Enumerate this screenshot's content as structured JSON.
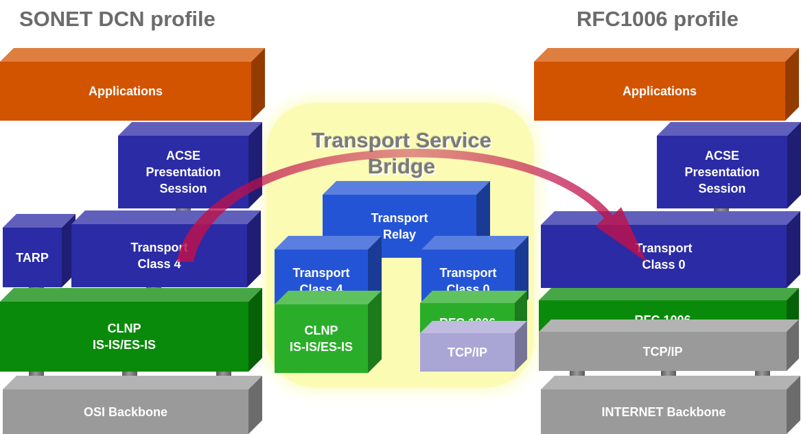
{
  "titles": {
    "left": "SONET DCN profile",
    "right": "RFC1006 profile"
  },
  "bridge": {
    "line1": "Transport Service",
    "line2": "Bridge"
  },
  "left": {
    "applications": "Applications",
    "acse": [
      "ACSE",
      "Presentation",
      "Session"
    ],
    "tarp": "TARP",
    "transport": [
      "Transport",
      "Class 4"
    ],
    "clnp": [
      "CLNP",
      "IS-IS/ES-IS"
    ],
    "backbone": "OSI Backbone"
  },
  "middle": {
    "relay": [
      "Transport",
      "Relay"
    ],
    "transport4": [
      "Transport",
      "Class 4"
    ],
    "transport0": [
      "Transport",
      "Class 0"
    ],
    "clnp": [
      "CLNP",
      "IS-IS/ES-IS"
    ],
    "rfc1006": "RFC 1006",
    "tcpip": "TCP/IP"
  },
  "right": {
    "applications": "Applications",
    "acse": [
      "ACSE",
      "Presentation",
      "Session"
    ],
    "transport": [
      "Transport",
      "Class 0"
    ],
    "rfc1006": "RFC 1006",
    "tcpip": "TCP/IP",
    "backbone": "INTERNET Backbone"
  },
  "colors": {
    "applications": "#d35400",
    "navy": "#2b2ba6",
    "blue": "#2454d6",
    "green": "#0a8a0a",
    "brightgreen": "#2aae2a",
    "lavender": "#a9a6d6",
    "gray": "#9a9a9a",
    "arrow": "#c0104a"
  }
}
